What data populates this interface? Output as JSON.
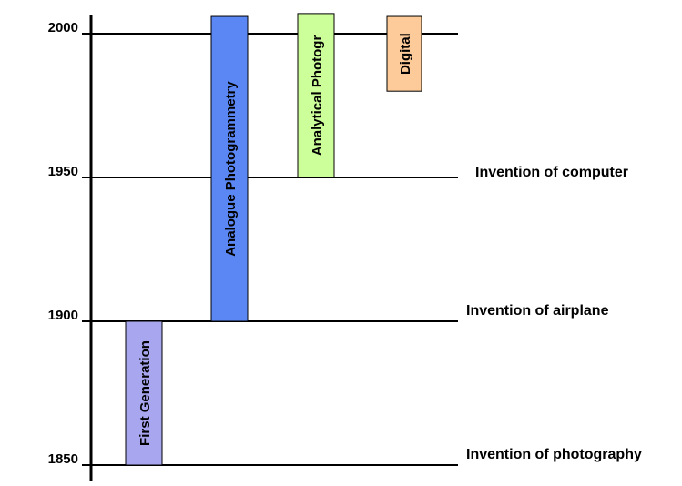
{
  "timeline": {
    "ticks": [
      {
        "label": "2000",
        "year": 2000
      },
      {
        "label": "1950",
        "year": 1950
      },
      {
        "label": "1900",
        "year": 1900
      },
      {
        "label": "1850",
        "year": 1850
      }
    ],
    "events": [
      {
        "label": "Invention of computer",
        "year": 1950
      },
      {
        "label": "Invention of airplane",
        "year": 1900
      },
      {
        "label": "Invention of photography",
        "year": 1850
      }
    ],
    "eras": [
      {
        "label": "First Generation",
        "start": 1850,
        "end": 1900,
        "color": "#a9a6f0"
      },
      {
        "label": "Analogue Photogrammetry",
        "start": 1900,
        "end": 2006,
        "color": "#5b87f5"
      },
      {
        "label": "Analytical  Photogr",
        "start": 1950,
        "end": 2007,
        "color": "#ccfe99"
      },
      {
        "label": "Digital",
        "start": 1980,
        "end": 2006,
        "color": "#fdcb99"
      }
    ]
  }
}
